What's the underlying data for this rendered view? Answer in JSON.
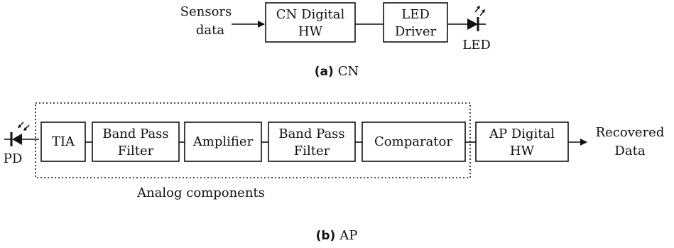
{
  "cn": {
    "input_line1": "Sensors",
    "input_line2": "data",
    "digital_hw_line1": "CN Digital",
    "digital_hw_line2": "HW",
    "led_driver_line1": "LED",
    "led_driver_line2": "Driver",
    "led_label": "LED",
    "caption_tag": "(a)",
    "caption_text": "CN"
  },
  "ap": {
    "pd_label": "PD",
    "tia": "TIA",
    "bpf1_line1": "Band Pass",
    "bpf1_line2": "Filter",
    "amplifier": "Amplifier",
    "bpf2_line1": "Band Pass",
    "bpf2_line2": "Filter",
    "comparator": "Comparator",
    "digital_hw_line1": "AP Digital",
    "digital_hw_line2": "HW",
    "output_line1": "Recovered",
    "output_line2": "Data",
    "group_label": "Analog components",
    "caption_tag": "(b)",
    "caption_text": "AP"
  }
}
